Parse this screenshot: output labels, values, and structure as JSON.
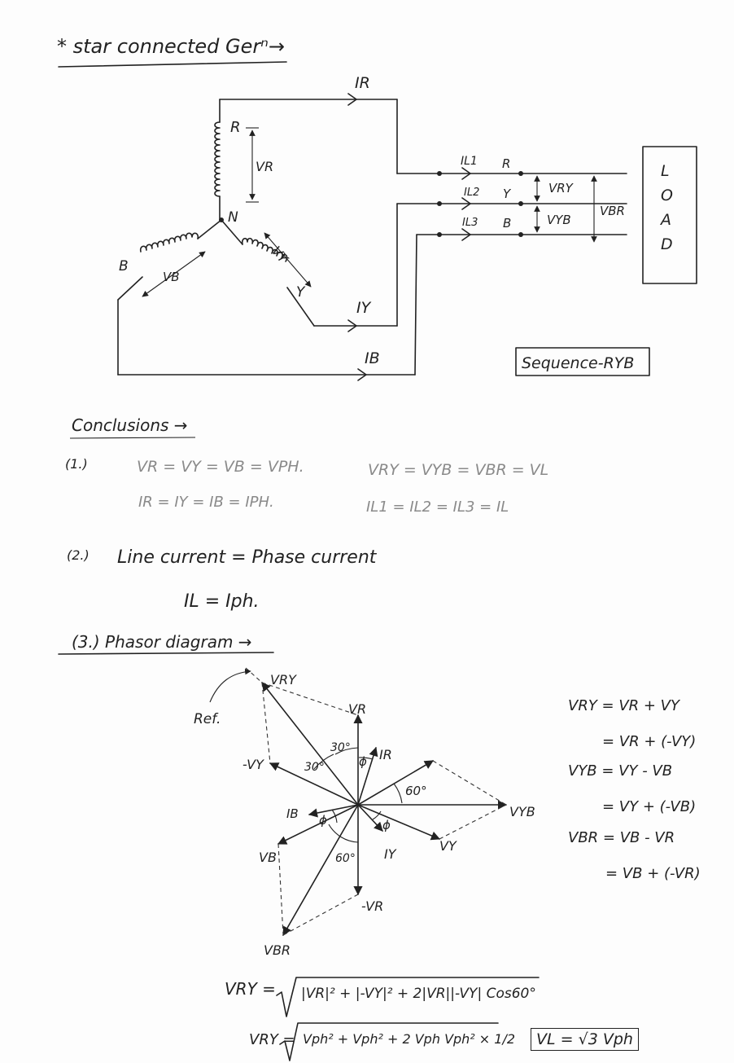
{
  "title": "* star connected Gerⁿ→",
  "circuit": {
    "nodes": {
      "R": "R",
      "Y": "Y",
      "B": "B",
      "N": "N"
    },
    "phase_voltages": {
      "VR": "VR",
      "VY": "VY",
      "VB": "VB"
    },
    "currents": {
      "IR": "IR",
      "IY": "IY",
      "IB": "IB",
      "IL1": "IL1",
      "IL2": "IL2",
      "IL3": "IL3"
    },
    "terminals": {
      "R": "R",
      "Y": "Y",
      "B": "B"
    },
    "line_voltages": {
      "VRY": "VRY",
      "VYB": "VYB",
      "VBR": "VBR"
    },
    "load_letters": [
      "L",
      "O",
      "A",
      "D"
    ],
    "sequence": "Sequence-RYB"
  },
  "conclusions": {
    "heading": "Conclusions →",
    "item1_num": "(1.)",
    "item1_eq1": "VR = VY = VB = VPH.",
    "item1_eq2": "VRY = VYB = VBR = VL",
    "item1_eq3": "IR = IY = IB = IPH.",
    "item1_eq4": "IL1 = IL2 = IL3 = IL",
    "item2_num": "(2.)",
    "item2_text": "Line current = Phase current",
    "item2_eq": "IL = Iph.",
    "item3_heading": "(3.) Phasor diagram →"
  },
  "phasor": {
    "labels": {
      "VRY": "VRY",
      "ref": "Ref.",
      "VR": "VR",
      "IR": "IR",
      "negVY": "-VY",
      "a30a": "30°",
      "a30b": "30°",
      "phi1": "ϕ",
      "a60a": "60°",
      "VYB": "VYB",
      "IB": "IB",
      "phi2": "ϕ",
      "phi3": "ϕ",
      "VY": "VY",
      "VB": "VB",
      "IY": "IY",
      "a60b": "60°",
      "negVR": "-VR",
      "VBR": "VBR"
    },
    "equations": [
      "VRY = VR + VY",
      "= VR + (-VY)",
      "VYB = VY - VB",
      "= VY + (-VB)",
      "VBR = VB - VR",
      "= VB + (-VR)"
    ]
  },
  "derivation": {
    "eq1_lhs": "VRY =",
    "eq1_rhs": "|VR|² + |-VY|² + 2|VR||-VY| Cos60°",
    "eq2_lhs": "VRY =",
    "eq2_rhs": "Vph² + Vph² + 2 Vph Vph² × 1/2",
    "result": "VL = √3 Vph"
  }
}
